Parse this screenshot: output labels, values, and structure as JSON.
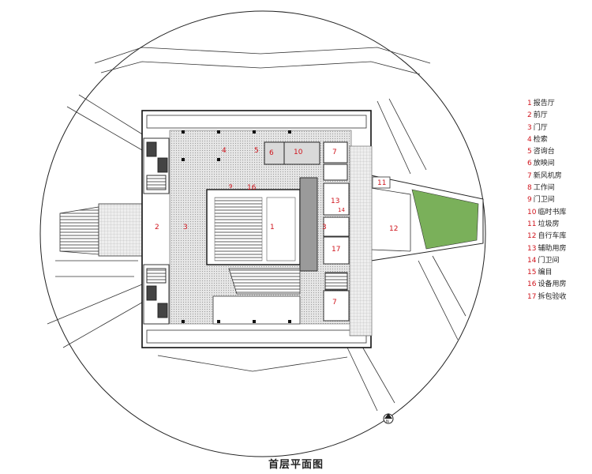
{
  "title": "首层平面图",
  "north": "N",
  "colors": {
    "label": "#d0141c",
    "green": "#7ab05a",
    "line": "#222222"
  },
  "legend": [
    {
      "num": "1",
      "text": "报告厅"
    },
    {
      "num": "2",
      "text": "前厅"
    },
    {
      "num": "3",
      "text": "门厅"
    },
    {
      "num": "4",
      "text": "检索"
    },
    {
      "num": "5",
      "text": "咨询台"
    },
    {
      "num": "6",
      "text": "放映间"
    },
    {
      "num": "7",
      "text": "新风机房"
    },
    {
      "num": "8",
      "text": "工作间"
    },
    {
      "num": "9",
      "text": "门卫间"
    },
    {
      "num": "10",
      "text": "临时书库"
    },
    {
      "num": "11",
      "text": "垃圾房"
    },
    {
      "num": "12",
      "text": "自行车库"
    },
    {
      "num": "13",
      "text": "辅助用房"
    },
    {
      "num": "14",
      "text": "门卫间"
    },
    {
      "num": "15",
      "text": "编目"
    },
    {
      "num": "16",
      "text": "设备用房"
    },
    {
      "num": "17",
      "text": "拆包验收"
    }
  ],
  "plan_labels": {
    "l1": "1",
    "l2": "2",
    "l3a": "3",
    "l3b": "3",
    "l4": "4",
    "l5": "5",
    "l6": "6",
    "l10": "10",
    "l7a": "7",
    "l7b": "7",
    "l11": "11",
    "l12": "12",
    "l13": "13",
    "l14": "14",
    "l16": "16",
    "l17": "17",
    "l9": "9"
  }
}
